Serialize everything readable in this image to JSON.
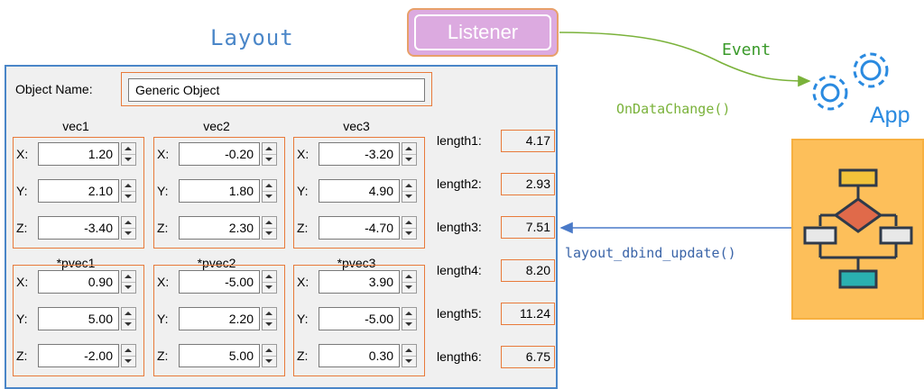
{
  "diagram": {
    "layout_title": "Layout",
    "listener": "Listener",
    "event": "Event",
    "on_data_change": "OnDataChange()",
    "app": "App",
    "dbind_update": "layout_dbind_update()",
    "colors": {
      "event_arrow": "#7ab23a",
      "update_arrow": "#4a7ac8",
      "highlight": "#e87a3a",
      "flow_bg": "#fdbf5a"
    }
  },
  "form": {
    "object_name_label": "Object Name:",
    "object_name_value": "Generic Object",
    "vectors": [
      {
        "header": "vec1",
        "x": "1.20",
        "y": "2.10",
        "z": "-3.40"
      },
      {
        "header": "vec2",
        "x": "-0.20",
        "y": "1.80",
        "z": "2.30"
      },
      {
        "header": "vec3",
        "x": "-3.20",
        "y": "4.90",
        "z": "-4.70"
      },
      {
        "header": "*pvec1",
        "x": "0.90",
        "y": "5.00",
        "z": "-2.00"
      },
      {
        "header": "*pvec2",
        "x": "-5.00",
        "y": "2.20",
        "z": "5.00"
      },
      {
        "header": "*pvec3",
        "x": "3.90",
        "y": "-5.00",
        "z": "0.30"
      }
    ],
    "axis_labels": {
      "x": "X:",
      "y": "Y:",
      "z": "Z:"
    },
    "lengths": [
      {
        "label": "length1:",
        "value": "4.17"
      },
      {
        "label": "length2:",
        "value": "2.93"
      },
      {
        "label": "length3:",
        "value": "7.51"
      },
      {
        "label": "length4:",
        "value": "8.20"
      },
      {
        "label": "length5:",
        "value": "11.24"
      },
      {
        "label": "length6:",
        "value": "6.75"
      }
    ]
  }
}
